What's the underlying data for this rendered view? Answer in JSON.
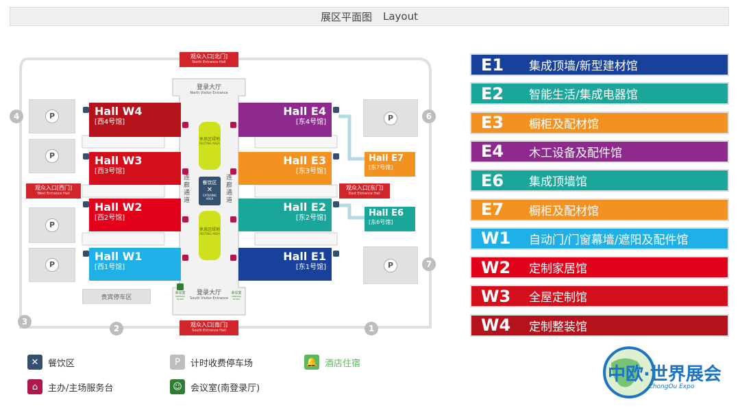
{
  "header": {
    "title_zh": "展区平面图",
    "title_en": "Layout"
  },
  "entrances": {
    "north": {
      "zh": "观众入口[北门]",
      "en": "North Entrance Hall"
    },
    "south": {
      "zh": "观众入口[南门]",
      "en": "South Entrance Hall"
    },
    "west": {
      "zh": "观众入口[西门]",
      "en": "West Entrance Hall"
    },
    "east": {
      "zh": "观众入口[东门]",
      "en": "East Entrance Hall"
    }
  },
  "visitor_halls": {
    "north": {
      "zh": "登录大厅",
      "en": "North Visitor Entrance"
    },
    "south": {
      "zh": "登录大厅",
      "en": "South Visitor Entrance"
    }
  },
  "corridor": {
    "left": "连廊通道",
    "right": "连廊通道"
  },
  "rest_area": {
    "zh": "休息区绿地",
    "en": "RESTING AREA"
  },
  "catering": {
    "zh": "餐饮区",
    "en": "CATERING AREA"
  },
  "meeting": {
    "zh": "会议室",
    "en": "MEETING ROOM"
  },
  "vip_parking": "贵宾停车区",
  "parking_label": "P",
  "gates": [
    "1",
    "2",
    "3",
    "4",
    "6",
    "7"
  ],
  "halls": {
    "W4": {
      "name": "Hall W4",
      "zh": "[西4号馆]",
      "color": "#b5121b"
    },
    "W3": {
      "name": "Hall W3",
      "zh": "[西3号馆]",
      "color": "#d40f1b"
    },
    "W2": {
      "name": "Hall W2",
      "zh": "[西2号馆]",
      "color": "#e3001b"
    },
    "W1": {
      "name": "Hall W1",
      "zh": "[西1号馆]",
      "color": "#1eb0e6"
    },
    "E4": {
      "name": "Hall E4",
      "zh": "[东4号馆]",
      "color": "#8e2a8e"
    },
    "E3": {
      "name": "Hall E3",
      "zh": "[东3号馆]",
      "color": "#f39220"
    },
    "E2": {
      "name": "Hall E2",
      "zh": "[东2号馆]",
      "color": "#1aa79a"
    },
    "E1": {
      "name": "Hall E1",
      "zh": "[东1号馆]",
      "color": "#17419a"
    },
    "E7": {
      "name": "Hall E7",
      "zh": "[东7号馆]",
      "color": "#f39220"
    },
    "E6": {
      "name": "Hall E6",
      "zh": "[东6号馆]",
      "color": "#1aa79a"
    }
  },
  "legend_halls": [
    {
      "code": "E1",
      "desc": "集成顶墙/新型建材馆",
      "color": "#17419a"
    },
    {
      "code": "E2",
      "desc": "智能生活/集成电器馆",
      "color": "#1aa79a"
    },
    {
      "code": "E3",
      "desc": "橱柜及配材馆",
      "color": "#f39220"
    },
    {
      "code": "E4",
      "desc": "木工设备及配件馆",
      "color": "#8e2a8e"
    },
    {
      "code": "E6",
      "desc": "集成顶墙馆",
      "color": "#1aa79a"
    },
    {
      "code": "E7",
      "desc": "橱柜及配材馆",
      "color": "#f39220"
    },
    {
      "code": "W1",
      "desc": "自动门/门窗幕墙/遮阳及配件馆",
      "color": "#1eb0e6"
    },
    {
      "code": "W2",
      "desc": "定制家居馆",
      "color": "#e3001b"
    },
    {
      "code": "W3",
      "desc": "全屋定制馆",
      "color": "#d40f1b"
    },
    {
      "code": "W4",
      "desc": "定制整装馆",
      "color": "#b5121b"
    }
  ],
  "icon_legend": [
    {
      "label": "餐饮区",
      "icon": "fork-knife-icon",
      "color": "#35506e"
    },
    {
      "label": "计时收费停车场",
      "icon": "parking-icon",
      "color": "#bdbdbd"
    },
    {
      "label": "酒店住宿",
      "icon": "bell-icon",
      "color": "#5cb85c"
    },
    {
      "label": "主办/主场服务台",
      "icon": "house-icon",
      "color": "#b0184b"
    },
    {
      "label": "会议室(南登录厅)",
      "icon": "meeting-icon",
      "color": "#2e7d32"
    }
  ],
  "logo": {
    "zh": "中欧·世界展会",
    "en": "ZhongOu Expo"
  }
}
